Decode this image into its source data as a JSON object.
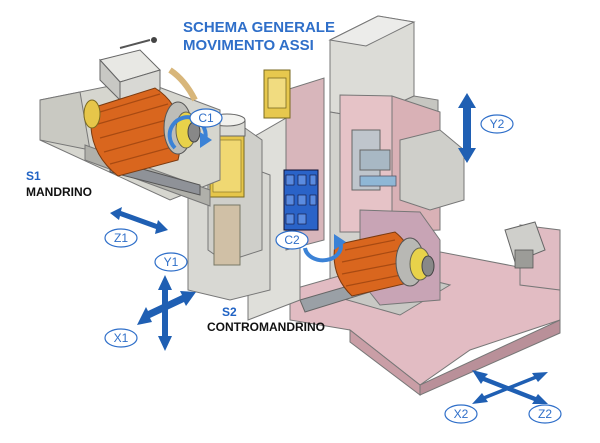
{
  "title": {
    "line1": "SCHEMA GENERALE",
    "line2": "MOVIMENTO ASSI"
  },
  "spindles": {
    "main": {
      "code": "S1",
      "name": "MANDRINO"
    },
    "sub": {
      "code": "S2",
      "name": "CONTROMANDRINO"
    }
  },
  "axes": {
    "c1": "C1",
    "c2": "C2",
    "y1": "Y1",
    "y2": "Y2",
    "z1": "Z1",
    "z2": "Z2",
    "x1": "X1",
    "x2": "X2"
  },
  "colors": {
    "title_blue": "#2f6fc9",
    "arrow_blue": "#1f5fb3",
    "motor_orange": "#d9661e",
    "machine_pink": "#e8c4c8",
    "frame_gray": "#d8d8d4",
    "yellow": "#e6c64a",
    "tool_blue": "#2f6fd6"
  }
}
